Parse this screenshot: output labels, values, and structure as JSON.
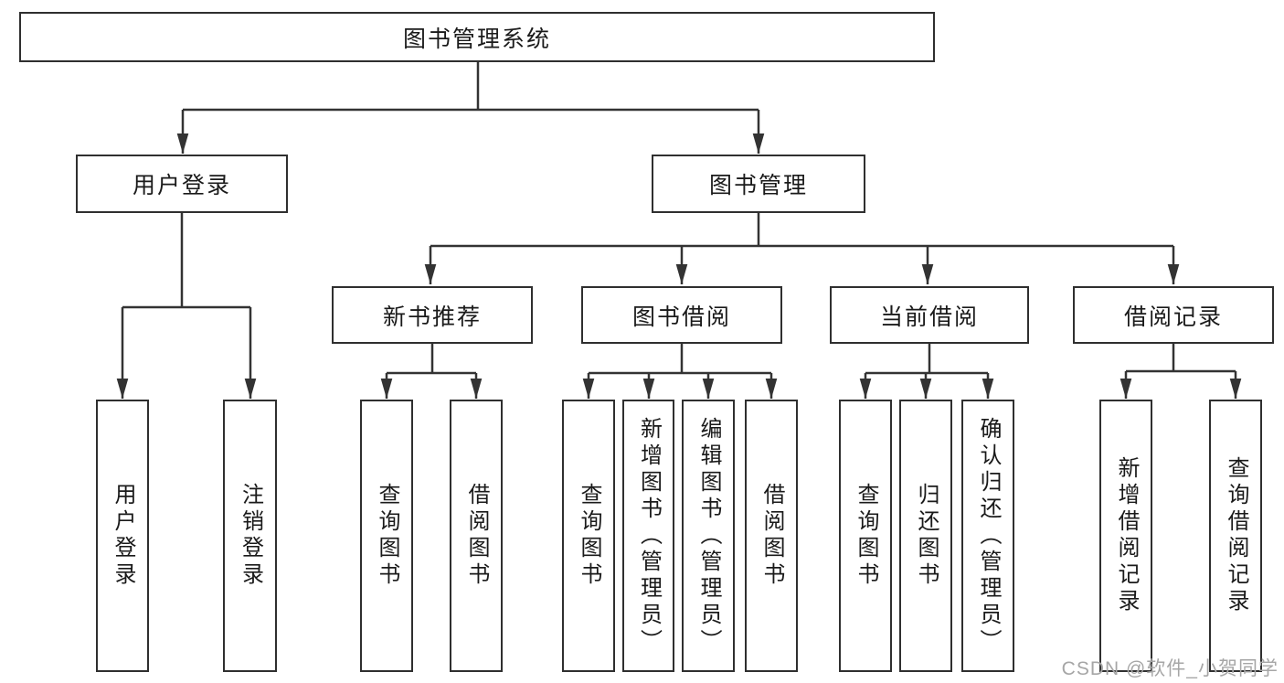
{
  "nodes": {
    "root": "图书管理系统",
    "user_login": "用户登录",
    "book_management": "图书管理",
    "new_book_recommend": "新书推荐",
    "book_borrow": "图书借阅",
    "current_borrow": "当前借阅",
    "borrow_records": "借阅记录",
    "leaf_user_login": "用户登录",
    "leaf_logout": "注销登录",
    "leaf_query_books_1": "查询图书",
    "leaf_borrow_books_1": "借阅图书",
    "leaf_query_books_2": "查询图书",
    "leaf_add_book": "新增图书（管理员）",
    "leaf_edit_book": "编辑图书（管理员）",
    "leaf_borrow_books_2": "借阅图书",
    "leaf_query_books_3": "查询图书",
    "leaf_return_book": "归还图书",
    "leaf_confirm_return": "确认归还（管理员）",
    "leaf_add_borrow_record": "新增借阅记录",
    "leaf_query_borrow_record": "查询借阅记录"
  },
  "hierarchy": {
    "图书管理系统": [
      "用户登录",
      "图书管理"
    ],
    "用户登录": [
      "用户登录",
      "注销登录"
    ],
    "图书管理": [
      "新书推荐",
      "图书借阅",
      "当前借阅",
      "借阅记录"
    ],
    "新书推荐": [
      "查询图书",
      "借阅图书"
    ],
    "图书借阅": [
      "查询图书",
      "新增图书（管理员）",
      "编辑图书（管理员）",
      "借阅图书"
    ],
    "当前借阅": [
      "查询图书",
      "归还图书",
      "确认归还（管理员）"
    ],
    "借阅记录": [
      "新增借阅记录",
      "查询借阅记录"
    ]
  },
  "watermark": "CSDN @软件_小贺同学",
  "colors": {
    "line": "#333333",
    "box_border": "#2f2f2f",
    "text": "#1a1a1a",
    "watermark": "#a6a6a6",
    "background": "#ffffff"
  }
}
